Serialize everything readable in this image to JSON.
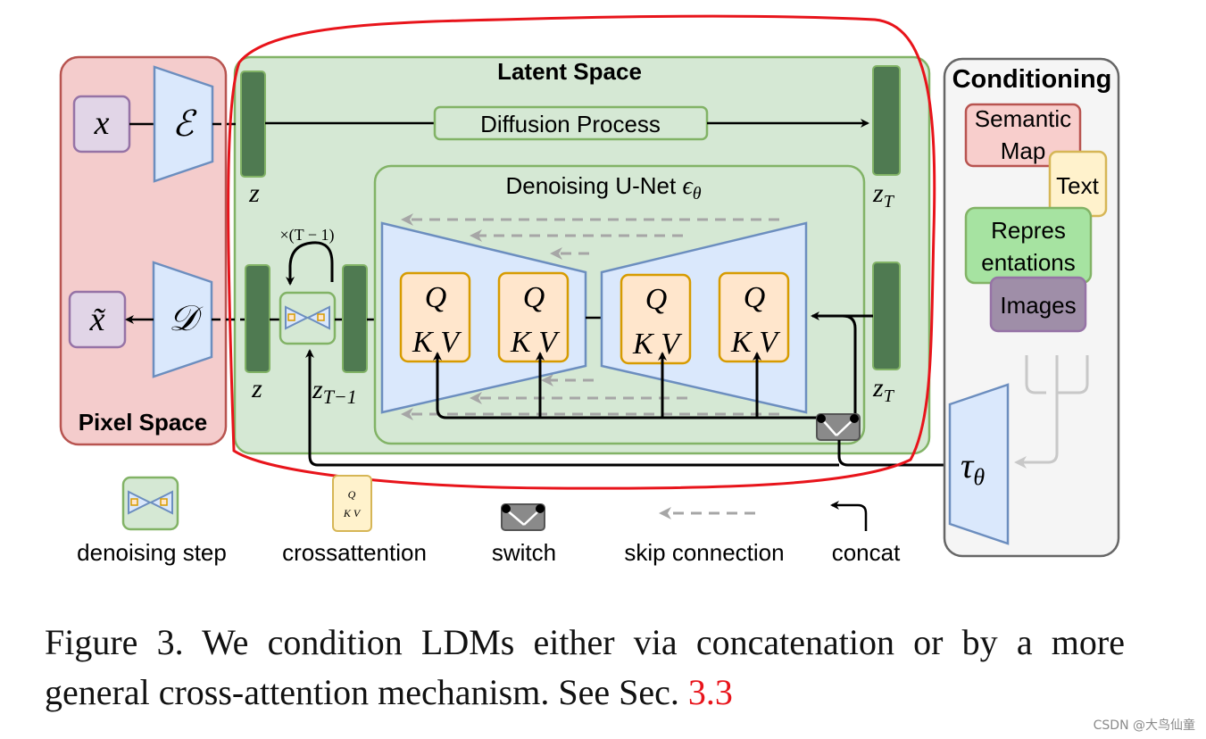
{
  "diagram": {
    "pixel_space": {
      "label": "Pixel Space",
      "x_label": "x",
      "x_tilde_label": "x̃",
      "encoder_label": "ℰ",
      "decoder_label": "𝒟"
    },
    "latent_space": {
      "label": "Latent Space",
      "diffusion_process_label": "Diffusion Process",
      "z_label": "z",
      "zT_label": "z",
      "zT_sub": "T",
      "zT1_sub": "T−1",
      "repeat_label": "×(T − 1)",
      "unet_label": "Denoising U-Net ",
      "unet_symbol": "ϵ",
      "unet_sub": "θ",
      "q_label": "Q",
      "kv_label": "K V"
    },
    "conditioning": {
      "label": "Conditioning",
      "semantic_map_line1": "Semantic",
      "semantic_map_line2": "Map",
      "text_label": "Text",
      "representations_line1": "Repres",
      "representations_line2": "entations",
      "images_label": "Images",
      "tau_label": "τ",
      "tau_sub": "θ"
    },
    "legend": {
      "denoising_step": "denoising step",
      "crossattention": "crossattention",
      "switch": "switch",
      "skip_connection": "skip connection",
      "concat": "concat"
    },
    "colors": {
      "pixel_bg": "#f4cccc",
      "pixel_border": "#b85450",
      "latent_bg": "#d5e8d4",
      "latent_border": "#82b366",
      "block_dark": "#4f7a51",
      "unet_fill": "#dae8fc",
      "unet_border": "#6c8ebf",
      "qkv_fill": "#ffe6cc",
      "qkv_border": "#d79b00",
      "purple_fill": "#e1d5e7",
      "purple_border": "#9673a6",
      "cond_bg": "#f5f5f5",
      "images_fill": "#9f8ea8",
      "skip_color": "#a6a6a6",
      "highlight_red": "#e8141b"
    }
  },
  "caption": {
    "text": "Figure 3.   We condition LDMs either via concatenation or by a more general cross-attention mechanism. See Sec. ",
    "ref": "3.3"
  },
  "watermark": "CSDN @大鸟仙童"
}
